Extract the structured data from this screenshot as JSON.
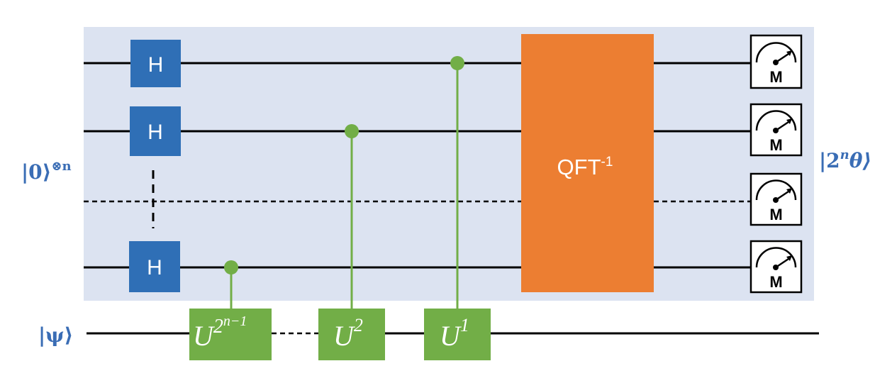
{
  "colors": {
    "register_bg": "#dce3f1",
    "hadamard": "#2f6fb6",
    "qft": "#ec7e32",
    "controlled_u": "#72ae47",
    "label": "#3a6db5"
  },
  "labels": {
    "input_register": "|0⟩",
    "input_register_sup": "⊗n",
    "eigenstate": "|ψ⟩",
    "output": "|2",
    "output_sup": "n",
    "output_tail": "θ⟩"
  },
  "gates": {
    "hadamard": "H",
    "qft_main": "QFT",
    "qft_sup": "-1",
    "u_base": "U",
    "u_powers": [
      "2",
      "2",
      "1"
    ],
    "u_power_first_base": "2",
    "u_power_first_exp": "n−1",
    "measure": "M"
  }
}
